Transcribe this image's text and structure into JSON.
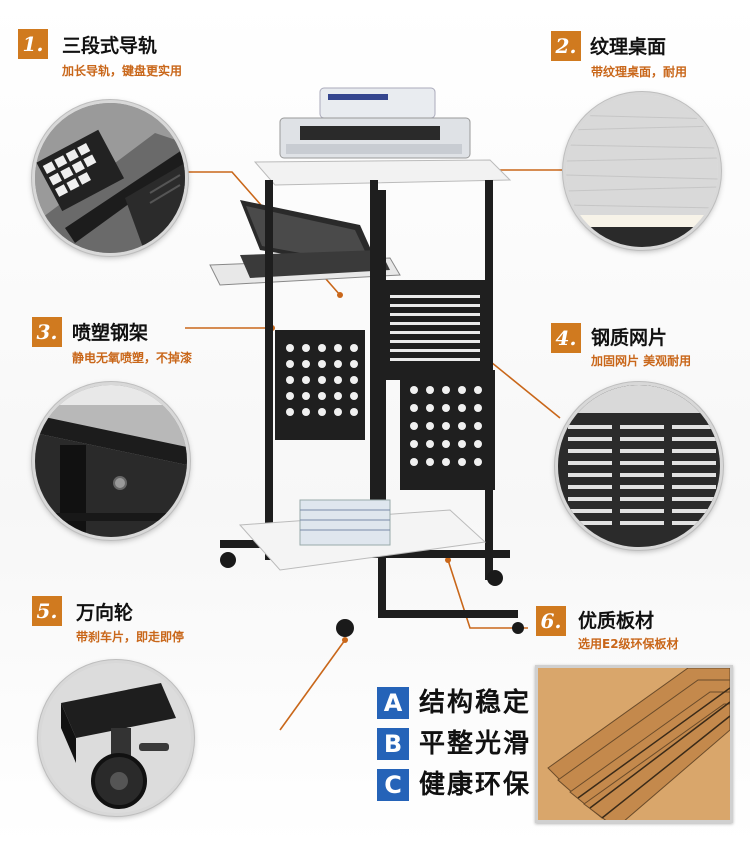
{
  "colors": {
    "accent": "#d07a1f",
    "benefit_badge": "#2563b8"
  },
  "features": [
    {
      "num": "1.",
      "title": "三段式导轨",
      "subtitle": "加长导轨，键盘更实用",
      "icon": "keyboard-rail-closeup"
    },
    {
      "num": "2.",
      "title": "纹理桌面",
      "subtitle": "带纹理桌面，耐用",
      "icon": "textured-surface-closeup"
    },
    {
      "num": "3.",
      "title": "喷塑钢架",
      "subtitle": "静电无氧喷塑，不掉漆",
      "icon": "steel-frame-closeup"
    },
    {
      "num": "4.",
      "title": "钢质网片",
      "subtitle": "加固网片 美观耐用",
      "icon": "steel-mesh-closeup"
    },
    {
      "num": "5.",
      "title": "万向轮",
      "subtitle": "带刹车片，即走即停",
      "icon": "caster-wheel-closeup"
    },
    {
      "num": "6.",
      "title": "优质板材",
      "subtitle": "选用E2级环保板材",
      "icon": "board-stack-closeup"
    }
  ],
  "benefits": [
    {
      "letter": "A",
      "text": "结构稳定"
    },
    {
      "letter": "B",
      "text": "平整光滑"
    },
    {
      "letter": "C",
      "text": "健康环保"
    }
  ]
}
